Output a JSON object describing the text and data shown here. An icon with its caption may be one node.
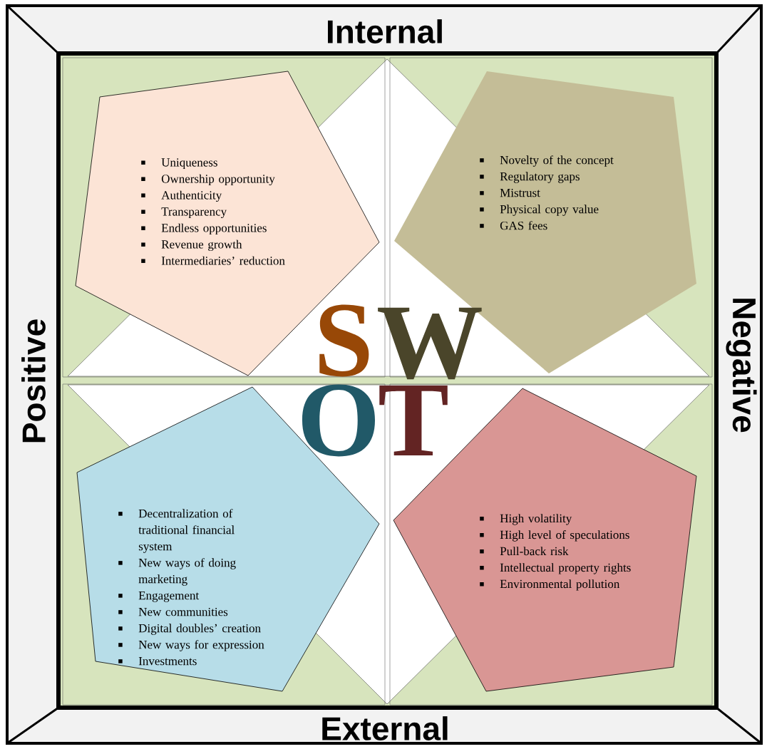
{
  "diagram": {
    "nodes": [
      {
        "text": [
          "Uniqueness",
          "Ownership opportunity",
          "Authenticity",
          "Transparency",
          "Endless opportunities",
          "Revenue growth",
          "Intermediaries’ reduction"
        ]
      },
      {
        "text": [
          "Novelty of the concept",
          "Regulatory gaps",
          "Mistrust",
          "Physical copy value",
          "GAS fees"
        ]
      },
      {
        "text": [
          "Decentralization of traditional financial system",
          "New ways of doing marketing",
          "Engagement",
          "New communities",
          "Digital doubles’ creation",
          "New ways for expression",
          "Investments"
        ]
      },
      {
        "text": [
          "High volatility",
          "High level of speculations",
          "Pull-back risk",
          "Intellectual property rights",
          "Environmental pollution"
        ]
      }
    ],
    "edges": [],
    "labels": [
      "Internal",
      "Positive",
      "S",
      "W",
      "Negative",
      "O",
      "T",
      "External"
    ]
  }
}
